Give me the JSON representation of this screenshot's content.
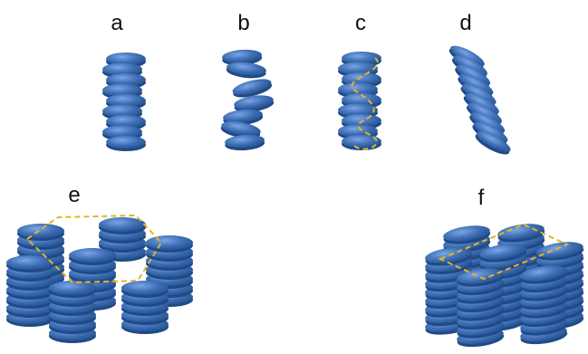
{
  "panels": [
    {
      "id": "a",
      "label": "a",
      "arrangement": "stacked-column"
    },
    {
      "id": "b",
      "label": "b",
      "arrangement": "tilted-column"
    },
    {
      "id": "c",
      "label": "c",
      "arrangement": "helical-column"
    },
    {
      "id": "d",
      "label": "d",
      "arrangement": "tilted-column"
    },
    {
      "id": "e",
      "label": "e",
      "arrangement": "hexagonal-columnar"
    },
    {
      "id": "f",
      "label": "f",
      "arrangement": "rectangular-columnar"
    }
  ],
  "colors": {
    "disc_fill": "#3f6fb6",
    "disc_top": "#5b8ed6",
    "disc_edge": "#1f4a86",
    "outline_dash": "#e6b422",
    "background": "#ffffff"
  }
}
